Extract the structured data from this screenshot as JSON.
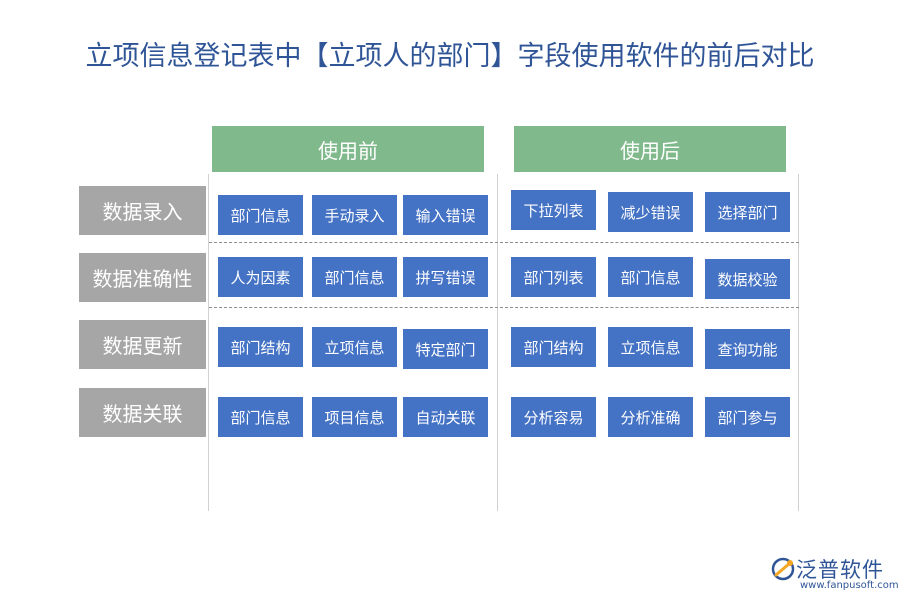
{
  "title": "立项信息登记表中【立项人的部门】字段使用软件的前后对比",
  "columns": {
    "before": "使用前",
    "after": "使用后"
  },
  "rows": [
    {
      "label": "数据录入",
      "before": [
        "部门信息",
        "手动录入",
        "输入错误"
      ],
      "after": [
        "下拉列表",
        "减少错误",
        "选择部门"
      ]
    },
    {
      "label": "数据准确性",
      "before": [
        "人为因素",
        "部门信息",
        "拼写错误"
      ],
      "after": [
        "部门列表",
        "部门信息",
        "数据校验"
      ]
    },
    {
      "label": "数据更新",
      "before": [
        "部门结构",
        "立项信息",
        "特定部门"
      ],
      "after": [
        "部门结构",
        "立项信息",
        "查询功能"
      ]
    },
    {
      "label": "数据关联",
      "before": [
        "部门信息",
        "项目信息",
        "自动关联"
      ],
      "after": [
        "分析容易",
        "分析准确",
        "部门参与"
      ]
    }
  ],
  "logo": {
    "name": "泛普软件",
    "url": "www.fanpusoft.com"
  },
  "colors": {
    "title": "#2f5597",
    "header": "#80b98c",
    "row_label": "#a6a6a6",
    "cell": "#4472c4"
  }
}
